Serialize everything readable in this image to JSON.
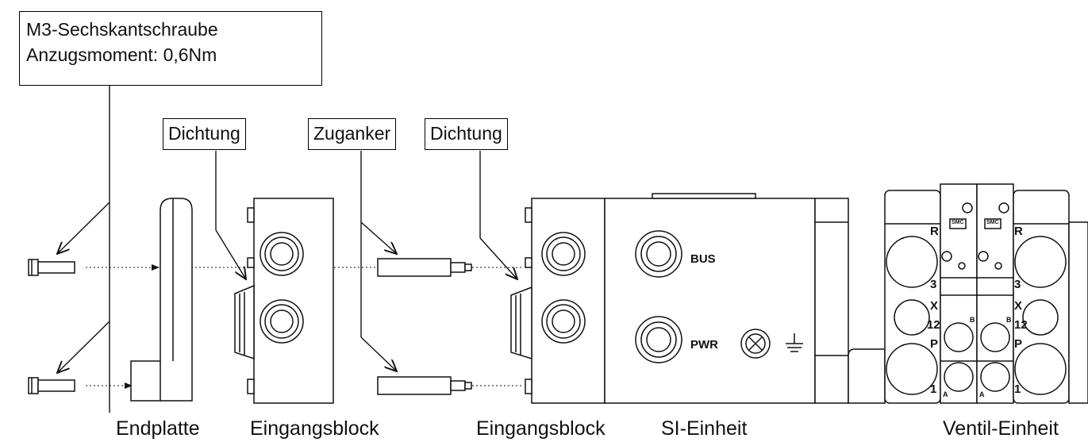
{
  "callouts": {
    "screw_line1": "M3-Sechskantschraube",
    "screw_line2": "Anzugsmoment: 0,6Nm",
    "seal_left": "Dichtung",
    "tie_rod": "Zuganker",
    "seal_right": "Dichtung"
  },
  "captions": {
    "end_plate": "Endplatte",
    "input_block_1": "Eingangsblock",
    "input_block_2": "Eingangsblock",
    "si_unit": "SI-Einheit",
    "valve_unit": "Ventil-Einheit"
  },
  "connector_labels": {
    "bus": "BUS",
    "pwr": "PWR"
  },
  "port_labels": {
    "r": "R",
    "three": "3",
    "x": "X",
    "twelve": "12",
    "p": "P",
    "one": "1",
    "a": "A",
    "b": "B",
    "smc": "SMC"
  }
}
